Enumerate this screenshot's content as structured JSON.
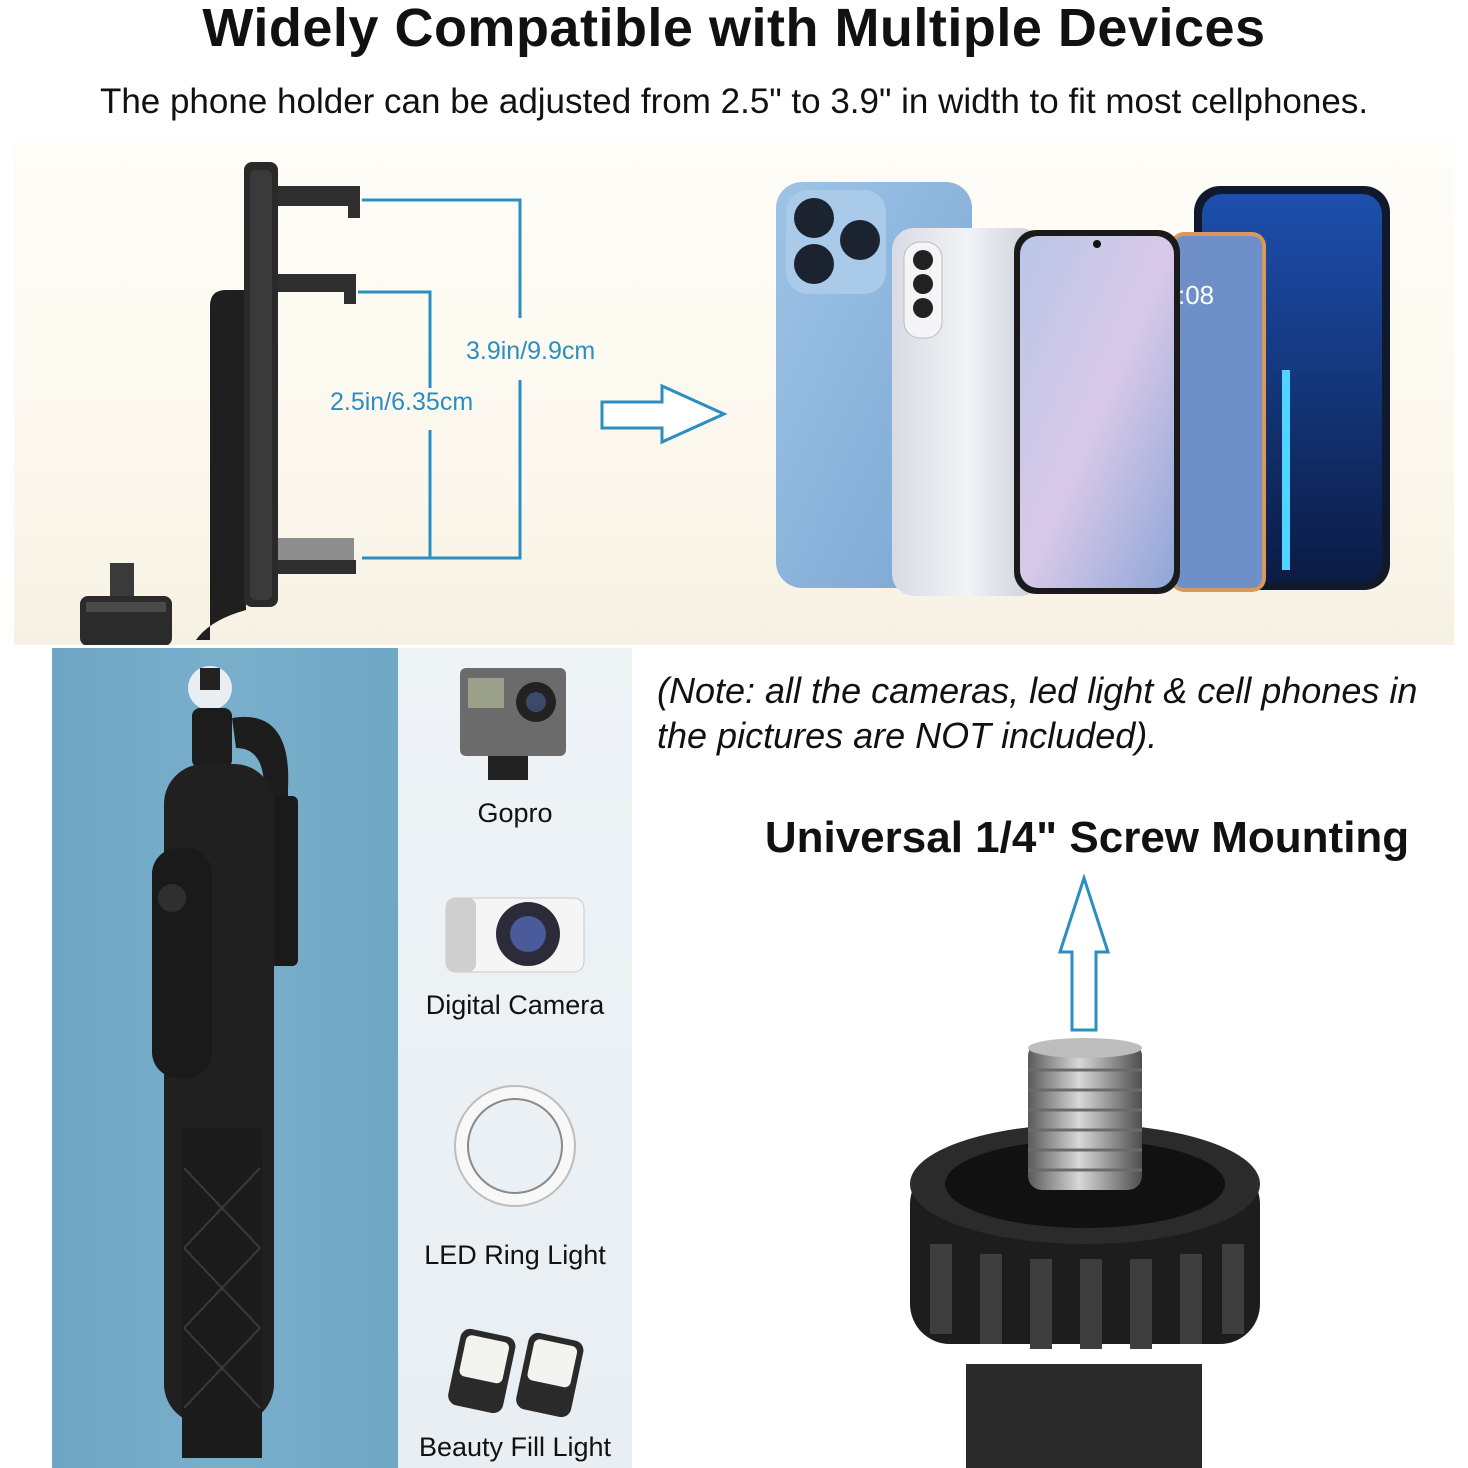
{
  "header": {
    "title": "Widely Compatible with Multiple Devices",
    "subtitle": "The phone holder can be adjusted from 2.5\" to 3.9\" in width to fit most cellphones."
  },
  "holder": {
    "max_width_label": "3.9in/9.9cm",
    "min_width_label": "2.5in/6.35cm",
    "phone_clock_text": ":08"
  },
  "devices": [
    {
      "label": "Gopro",
      "icon": "gopro-camera-icon"
    },
    {
      "label": "Digital Camera",
      "icon": "digital-camera-icon"
    },
    {
      "label": "LED Ring Light",
      "icon": "ring-light-icon"
    },
    {
      "label": "Beauty Fill Light",
      "icon": "fill-light-icon"
    }
  ],
  "note": "(Note: all the cameras, led light & cell phones in the pictures are NOT included).",
  "screw": {
    "title": "Universal 1/4\" Screw Mounting"
  },
  "colors": {
    "accent": "#2a8fc0",
    "left_photo_bg": "#74abc8"
  }
}
